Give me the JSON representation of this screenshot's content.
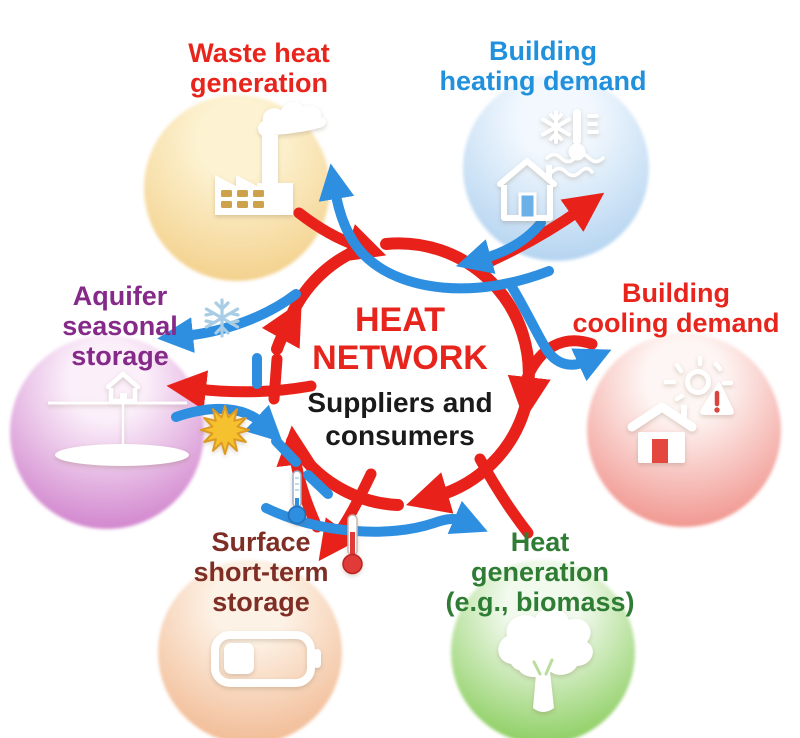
{
  "center": {
    "title_lines": [
      "HEAT",
      "NETWORK"
    ],
    "subtitle_lines": [
      "Suppliers and",
      "consumers"
    ],
    "title_color": "#e8251d",
    "subtitle_color": "#1a1a1a"
  },
  "flows": {
    "hot_color": "#e8221a",
    "cold_color": "#2e8fe0"
  },
  "nodes": [
    {
      "id": "waste-heat-generation",
      "lines": [
        "Waste heat",
        "generation"
      ],
      "label_color": "#e8251d",
      "circle_light": "#fdf3d3",
      "circle_dark": "#f1c97c",
      "icon": "factory-icon"
    },
    {
      "id": "building-heating-demand",
      "lines": [
        "Building",
        "heating demand"
      ],
      "label_color": "#2191dd",
      "circle_light": "#f2f8fe",
      "circle_dark": "#a5cbed",
      "icon": "house-snowflake-thermometer-icon"
    },
    {
      "id": "building-cooling-demand",
      "lines": [
        "Building",
        "cooling demand"
      ],
      "label_color": "#e8251d",
      "circle_light": "#fef6f4",
      "circle_dark": "#ee7f77",
      "icon": "house-sun-warning-icon"
    },
    {
      "id": "heat-generation-biomass",
      "lines": [
        "Heat",
        "generation",
        "(e.g., biomass)"
      ],
      "label_color": "#2f7d35",
      "circle_light": "#f2faee",
      "circle_dark": "#74c43f",
      "icon": "tree-icon"
    },
    {
      "id": "surface-short-term-storage",
      "lines": [
        "Surface",
        "short-term",
        "storage"
      ],
      "label_color": "#7e2e24",
      "circle_light": "#fdf2e6",
      "circle_dark": "#efae81",
      "icon": "battery-icon"
    },
    {
      "id": "aquifer-seasonal-storage",
      "lines": [
        "Aquifer",
        "seasonal",
        "storage"
      ],
      "label_color": "#862a8a",
      "circle_light": "#fbeffa",
      "circle_dark": "#c76cc3",
      "icon": "aquifer-house-icon"
    }
  ],
  "accessory_icons": [
    {
      "name": "snowflake-icon",
      "color": "#a9cde4"
    },
    {
      "name": "sun-icon",
      "color": "#f6c12f"
    },
    {
      "name": "cold-thermometer-icon",
      "color": "#2e8fe0"
    },
    {
      "name": "hot-thermometer-icon",
      "color": "#e03b38"
    }
  ]
}
